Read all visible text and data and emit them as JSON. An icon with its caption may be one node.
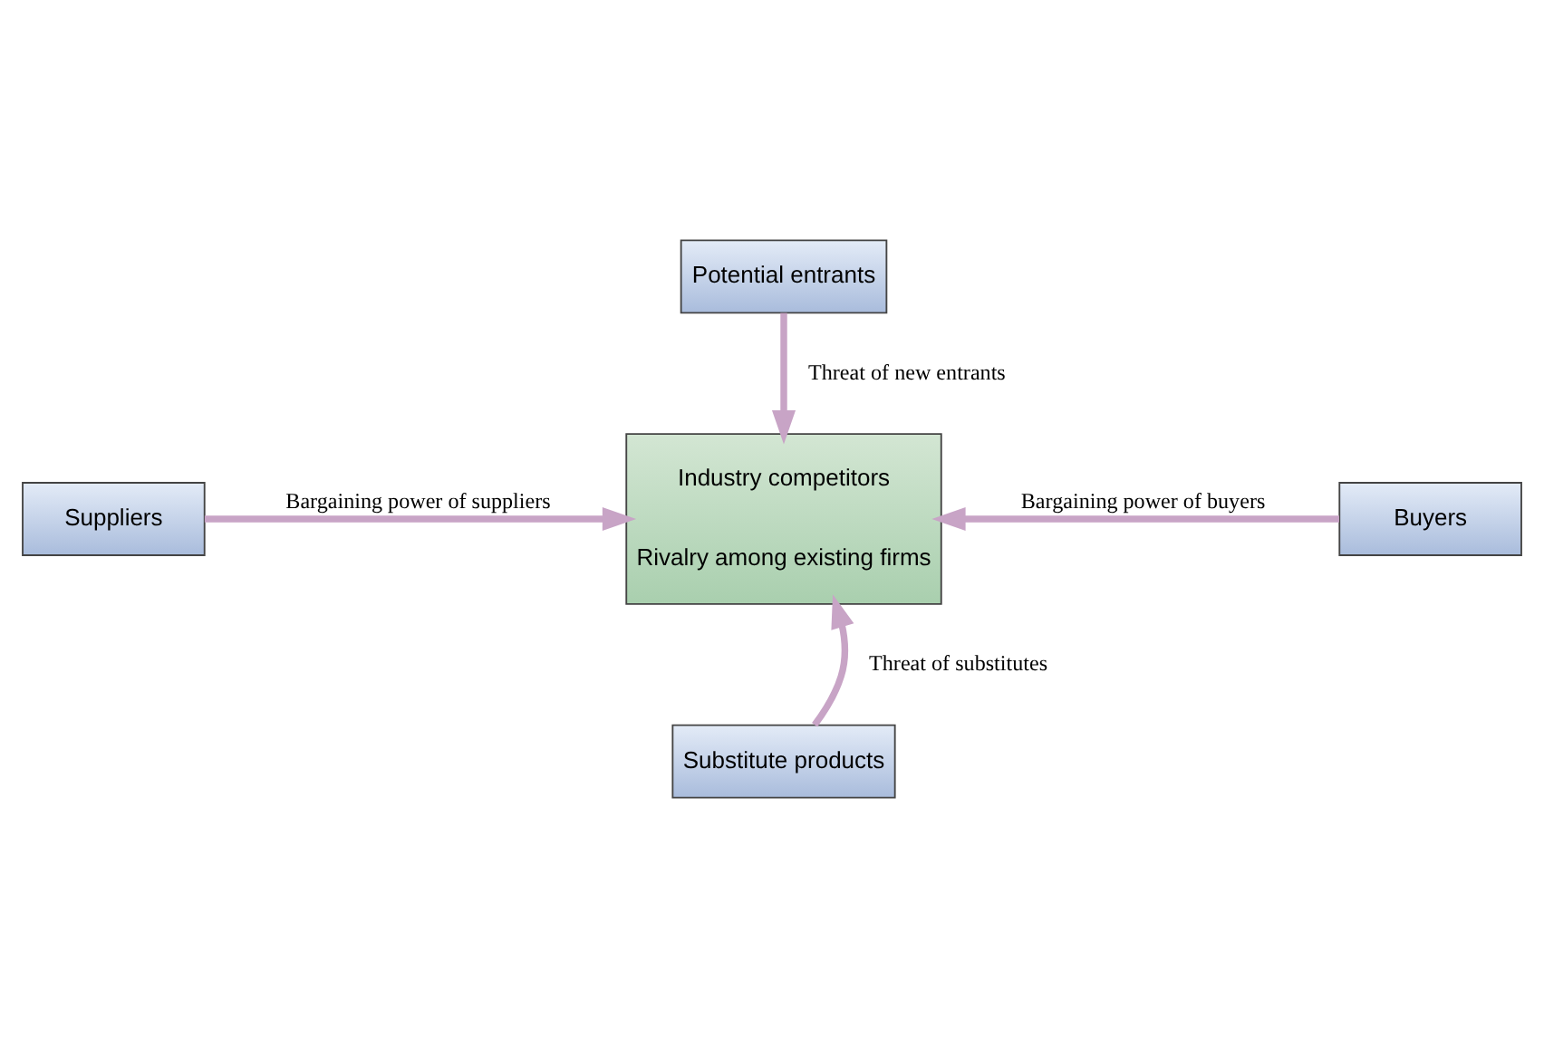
{
  "diagram": {
    "nodes": [
      {
        "text": [
          "Potential entrants"
        ]
      },
      {
        "text": [
          "Suppliers"
        ]
      },
      {
        "text": [
          "Industry competitors",
          "Rivalry among existing firms"
        ]
      },
      {
        "text": [
          "Buyers"
        ]
      },
      {
        "text": [
          "Substitute products"
        ]
      }
    ],
    "edges": [
      {
        "from": 0,
        "to": 2,
        "arrow": "to",
        "label": "Threat of new entrants"
      },
      {
        "from": 1,
        "to": 2,
        "arrow": "to",
        "label": "Bargaining power of suppliers"
      },
      {
        "from": 3,
        "to": 2,
        "arrow": "to",
        "label": "Bargaining power of buyers"
      },
      {
        "from": 4,
        "to": 2,
        "arrow": "to",
        "label": "Threat of substitutes"
      }
    ]
  }
}
